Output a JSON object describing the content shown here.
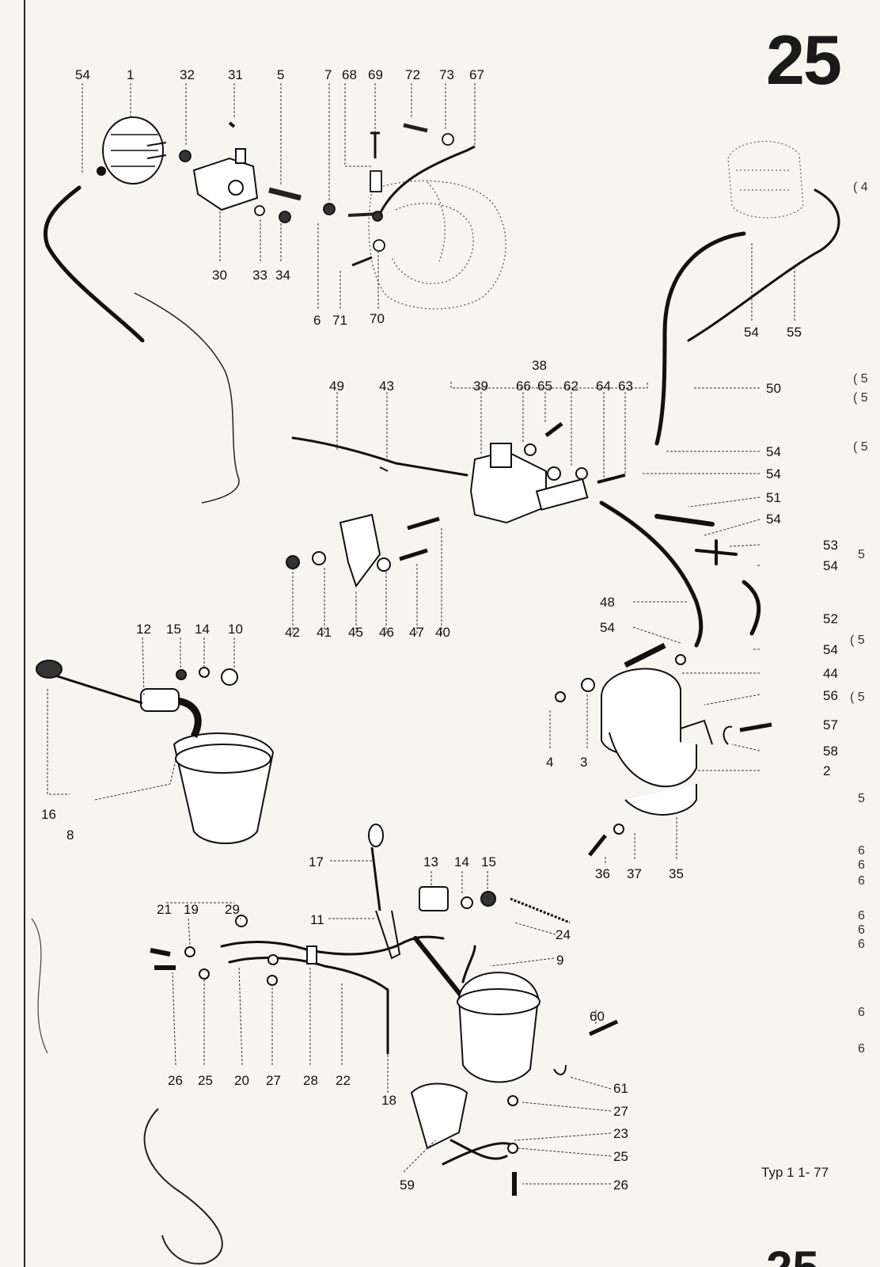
{
  "page": {
    "page_number": "25",
    "footer": "Typ 1 1- 77",
    "edge_fragments": [
      "( 4",
      "( 5",
      "( 5",
      "( 5",
      "5",
      "( 5",
      "( 5",
      "5",
      "6",
      "6",
      "6",
      "6",
      "6",
      "6",
      "6",
      "6"
    ]
  },
  "labels": {
    "l54a": "54",
    "l1": "1",
    "l32": "32",
    "l31": "31",
    "l5": "5",
    "l7": "7",
    "l68": "68",
    "l69": "69",
    "l72": "72",
    "l73": "73",
    "l67": "67",
    "l30": "30",
    "l33": "33",
    "l34": "34",
    "l6": "6",
    "l71": "71",
    "l70": "70",
    "l54b": "54",
    "l55": "55",
    "l38": "38",
    "l49": "49",
    "l43": "43",
    "l39": "39",
    "l66": "66",
    "l65": "65",
    "l62": "62",
    "l64": "64",
    "l63": "63",
    "l50": "50",
    "l54c": "54",
    "l54d": "54",
    "l51": "51",
    "l54e": "54",
    "l53": "53",
    "l54f": "54",
    "l52": "52",
    "l54g": "54",
    "l44": "44",
    "l56": "56",
    "l57": "57",
    "l58": "58",
    "l2": "2",
    "l48": "48",
    "l54h": "54",
    "l42": "42",
    "l41": "41",
    "l45": "45",
    "l46": "46",
    "l47": "47",
    "l40": "40",
    "l12": "12",
    "l15a": "15",
    "l14a": "14",
    "l10": "10",
    "l16": "16",
    "l8": "8",
    "l4": "4",
    "l3": "3",
    "l36": "36",
    "l37": "37",
    "l35": "35",
    "l17": "17",
    "l13": "13",
    "l14b": "14",
    "l15b": "15",
    "l11": "11",
    "l24": "24",
    "l21": "21",
    "l19": "19",
    "l29": "29",
    "l9": "9",
    "l60": "60",
    "l26a": "26",
    "l25a": "25",
    "l20": "20",
    "l27a": "27",
    "l28": "28",
    "l22": "22",
    "l18": "18",
    "l61": "61",
    "l27b": "27",
    "l23": "23",
    "l25b": "25",
    "l26b": "26",
    "l59": "59"
  }
}
